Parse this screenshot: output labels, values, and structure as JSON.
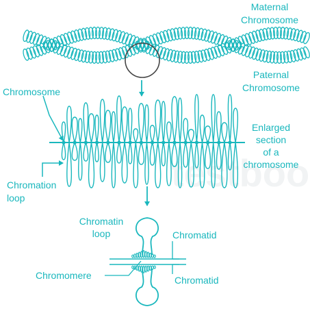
{
  "watermark": "testbook",
  "colors": {
    "primary": "#19b7bd",
    "outline": "#444444",
    "watermark": "#f1f3f4"
  },
  "labels": {
    "maternal_line1": "Maternal",
    "maternal_line2": "Chromosome",
    "paternal_line1": "Paternal",
    "paternal_line2": "Chromosome",
    "chromosome": "Chromosome",
    "enlarged_line1": "Enlarged",
    "enlarged_line2": "section",
    "enlarged_line3": "of a",
    "enlarged_line4": "chromosome",
    "chromation_line1": "Chromation",
    "chromation_line2": "loop",
    "chromatin_line1": "Chromatin",
    "chromatin_line2": "loop",
    "chromatid_top": "Chromatid",
    "chromatid_bottom": "Chromatid",
    "chromomere": "Chromomere"
  }
}
